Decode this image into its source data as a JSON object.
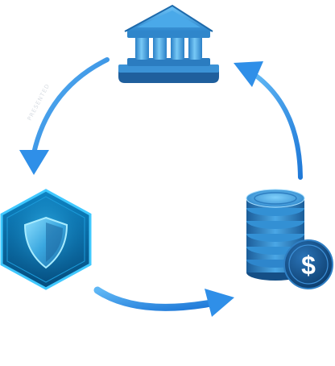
{
  "diagram": {
    "nodes": [
      {
        "id": "bank",
        "icon": "bank-building-icon"
      },
      {
        "id": "security",
        "icon": "shield-hexagon-icon"
      },
      {
        "id": "money",
        "icon": "coin-stack-dollar-icon",
        "symbol": "$"
      }
    ],
    "watermark": "PRESENTED"
  },
  "colors": {
    "arrow": "#2f8fe8",
    "bank_dark": "#1d5f9c",
    "bank_light": "#58b3f2",
    "hex_edge": "#3fc8ff",
    "hex_fill": "#0b6ea6",
    "coin_dark": "#1b5d99",
    "coin_light": "#5ab6f0",
    "badge": "#104a80"
  }
}
